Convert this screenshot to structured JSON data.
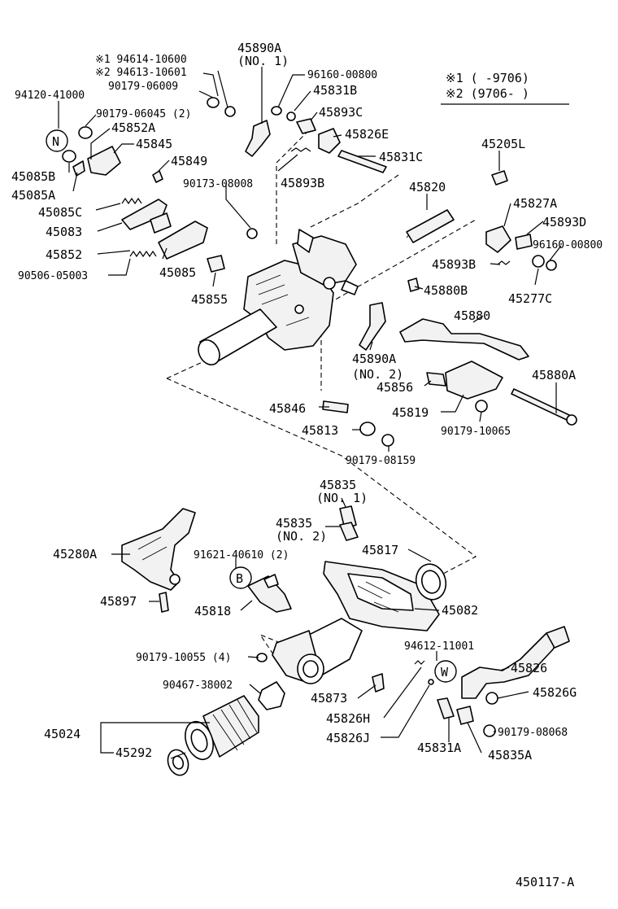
{
  "legend": {
    "line1": "※1 (     -9706)",
    "line2": "※2 (9706-     )"
  },
  "note": {
    "line1": "※1 94614-10600",
    "line2": "※2 94613-10601"
  },
  "labels": {
    "p45890A_1a": "45890A",
    "p45890A_1b": "(NO. 1)",
    "p96160_00800a": "96160-00800",
    "p45831B": "45831B",
    "p45893C": "45893C",
    "p45826E": "45826E",
    "p45831C": "45831C",
    "p45893B": "45893B",
    "p90179_06009": "90179-06009",
    "p94120_41000": "94120-41000",
    "p90179_06045": "90179-06045 (2)",
    "p45852A": "45852A",
    "p45845": "45845",
    "p45849": "45849",
    "p90173_08008": "90173-08008",
    "p45085B": "45085B",
    "p45085A": "45085A",
    "p45085C": "45085C",
    "p45083": "45083",
    "p45852": "45852",
    "p90506_05003": "90506-05003",
    "p45085": "45085",
    "p45855": "45855",
    "p45205L": "45205L",
    "p45820": "45820",
    "p45827A": "45827A",
    "p45893D": "45893D",
    "p96160_00800b": "96160-00800",
    "p45893B2": "45893B",
    "p45277C": "45277C",
    "p45880B": "45880B",
    "p45880": "45880",
    "p45890A_2a": "45890A",
    "p45890A_2b": "(NO. 2)",
    "p45856": "45856",
    "p45880A": "45880A",
    "p45846": "45846",
    "p45819": "45819",
    "p45813": "45813",
    "p90179_10065": "90179-10065",
    "p90179_08159": "90179-08159",
    "p45835_1a": "45835",
    "p45835_1b": "(NO. 1)",
    "p45835_2a": "45835",
    "p45835_2b": "(NO. 2)",
    "p45280A": "45280A",
    "p91621_40610": "91621-40610 (2)",
    "p45817": "45817",
    "p45897": "45897",
    "p45818": "45818",
    "p45082": "45082",
    "p90179_10055": "90179-10055 (4)",
    "p94612_11001": "94612-11001",
    "p45826": "45826",
    "p90467_38002": "90467-38002",
    "p45873": "45873",
    "p45826G": "45826G",
    "p45826H": "45826H",
    "p45024": "45024",
    "p90179_08068": "90179-08068",
    "p45292": "45292",
    "p45826J": "45826J",
    "p45831A": "45831A",
    "p45835A": "45835A"
  },
  "markers": {
    "N": "N",
    "B": "B",
    "W": "W"
  },
  "figure_id": "450117-A"
}
